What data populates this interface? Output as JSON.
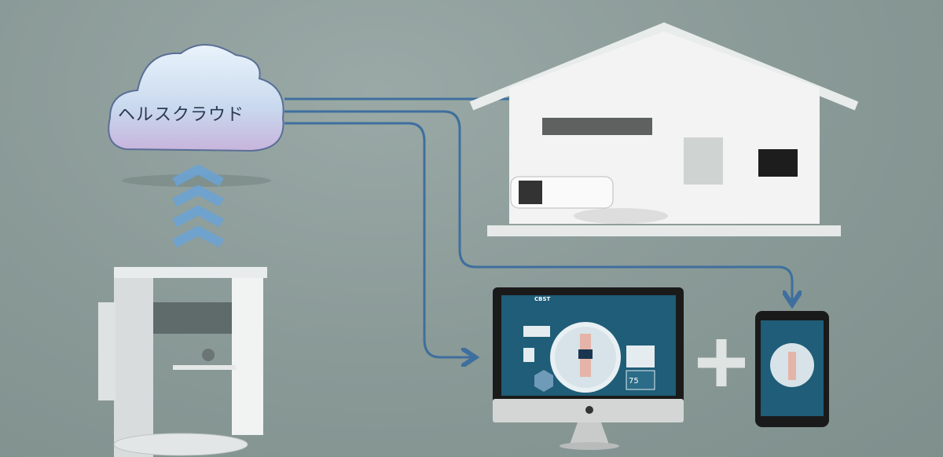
{
  "cloud": {
    "label": "ヘルスクラウド"
  },
  "monitor": {
    "logo": "CBST",
    "heart_rate": "75"
  },
  "colors": {
    "arrow": "#3e6f9e",
    "screen": "#1f5d78",
    "background": "#8a9a97"
  }
}
